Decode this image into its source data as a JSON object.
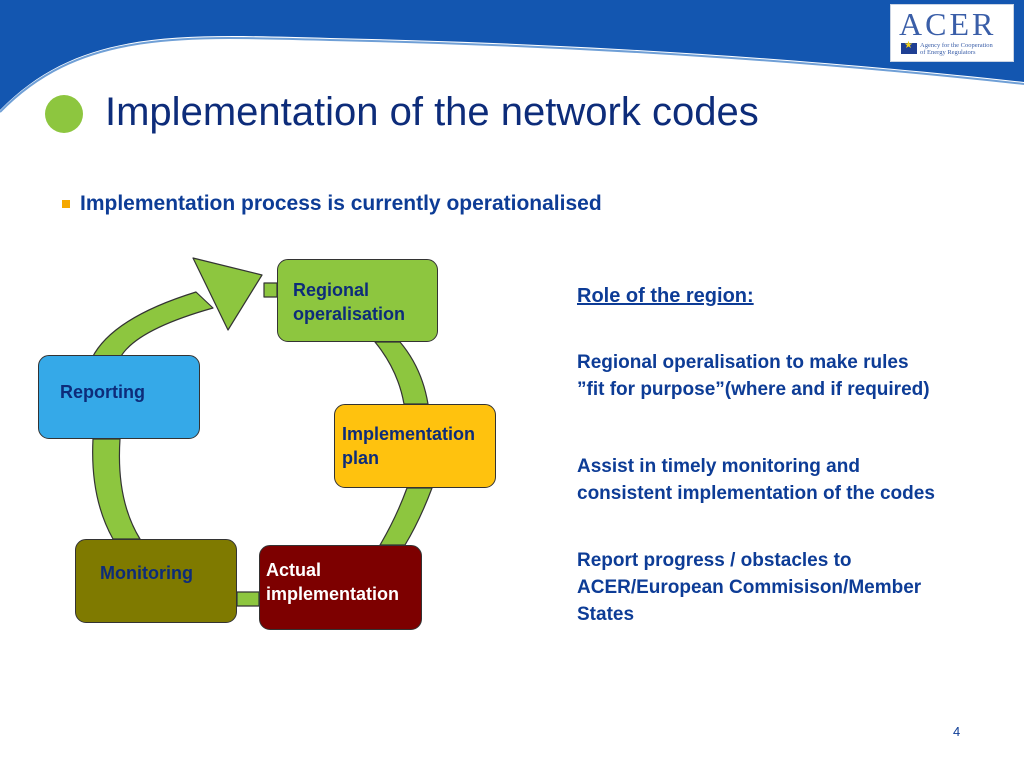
{
  "logo": {
    "wordmark": "ACER",
    "subtitle_line1": "Agency for the Cooperation",
    "subtitle_line2": "of Energy Regulators"
  },
  "slide": {
    "title": "Implementation of the network codes",
    "subtitle": "Implementation process is currently operationalised",
    "page_number": "4"
  },
  "cycle": {
    "regional": {
      "line1": "Regional",
      "line2": "operalisation"
    },
    "plan": {
      "line1": "Implementation",
      "line2": "plan"
    },
    "actual": {
      "line1": "Actual",
      "line2": "implementation"
    },
    "monitoring": {
      "label": "Monitoring"
    },
    "reporting": {
      "label": "Reporting"
    }
  },
  "role": {
    "heading": "Role of the region:",
    "items": [
      {
        "line1": "Regional operalisation to make rules",
        "line2": "”fit for purpose”(where and if required)"
      },
      {
        "line1": "Assist in timely monitoring and",
        "line2": "consistent implementation of the codes"
      },
      {
        "line1": "Report progress / obstacles to",
        "line2": "ACER/European Commisison/Member",
        "line3": "States"
      }
    ]
  },
  "colors": {
    "header_blue": "#1356b0",
    "title_blue": "#0d2c7a",
    "text_blue": "#0d3c96",
    "green": "#8dc63f",
    "yellow": "#ffc20e",
    "dark_red": "#7d0000",
    "olive": "#7f7a00",
    "sky_blue": "#35a9e8",
    "orange": "#f5a800"
  }
}
